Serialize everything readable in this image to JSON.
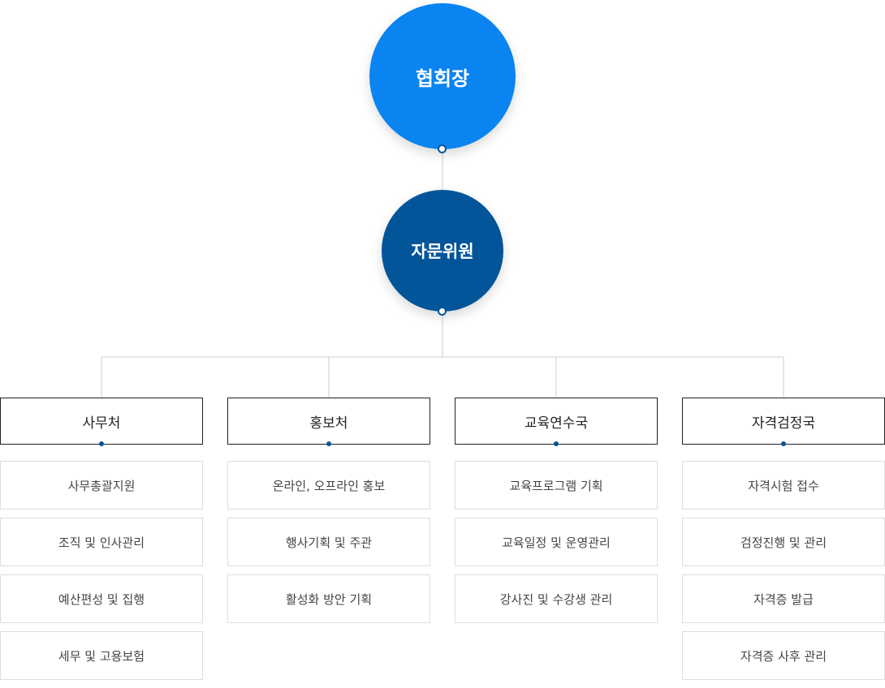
{
  "colors": {
    "chairman": "#0a84f0",
    "advisory": "#03559a",
    "connector": "#cccccc",
    "box_border": "#222222",
    "duty_border": "#dddddd"
  },
  "chairman": {
    "label": "협회장"
  },
  "advisory": {
    "label": "자문위원"
  },
  "departments": [
    {
      "title": "사무처",
      "duties": [
        "사무총괄지원",
        "조직 및 인사관리",
        "예산편성 및 집행",
        "세무 및 고용보험"
      ]
    },
    {
      "title": "홍보처",
      "duties": [
        "온라인, 오프라인 홍보",
        "행사기획 및 주관",
        "활성화 방안 기획"
      ]
    },
    {
      "title": "교육연수국",
      "duties": [
        "교육프로그램 기획",
        "교육일정 및 운영관리",
        "강사진 및 수강생 관리"
      ]
    },
    {
      "title": "자격검정국",
      "duties": [
        "자격시험 접수",
        "검정진행 및 관리",
        "자격증 발급",
        "자격증 사후 관리"
      ]
    }
  ]
}
